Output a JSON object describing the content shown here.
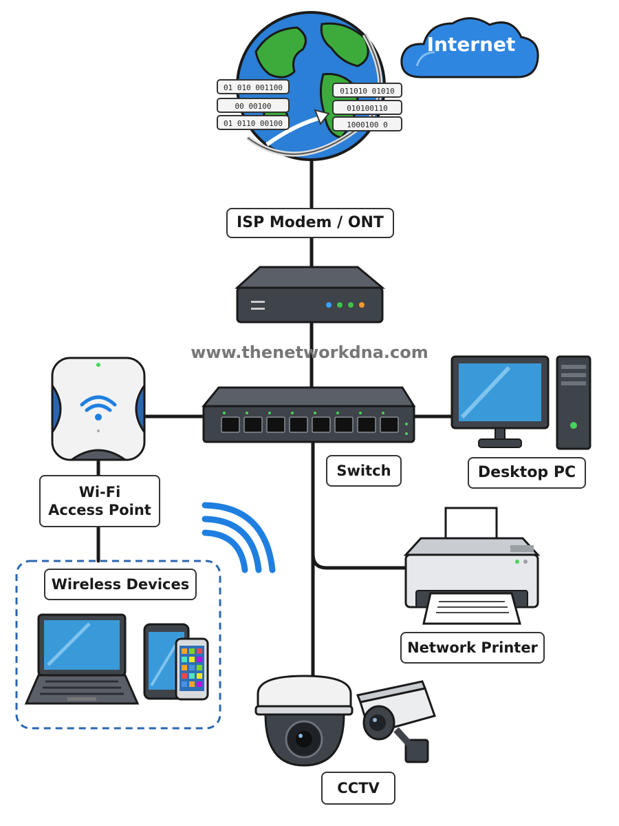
{
  "nodes": {
    "internet": "Internet",
    "isp_modem": "ISP Modem / ONT",
    "switch": "Switch",
    "desktop": "Desktop PC",
    "access_point_line1": "Wi-Fi",
    "access_point_line2": "Access Point",
    "wireless_group": "Wireless Devices",
    "printer": "Network Printer",
    "cctv": "CCTV"
  },
  "watermark": "www.thenetworkdna.com",
  "binary_strips": [
    "01 010 001100",
    "00 00100",
    "01 0110 00100",
    "011010 01010",
    "010100110",
    "1000100 0"
  ],
  "icons": [
    "globe-icon",
    "cloud-icon",
    "modem-icon",
    "switch-icon",
    "access-point-icon",
    "desktop-pc-icon",
    "printer-icon",
    "laptop-icon",
    "smartphone-icon",
    "tablet-icon",
    "dome-camera-icon",
    "bullet-camera-icon",
    "wifi-signal-icon"
  ],
  "colors": {
    "line": "#1a1a1a",
    "globe_ocean": "#2b7fd6",
    "globe_land": "#3cab3c",
    "cloud": "#2f86e0",
    "device_dark": "#4a4f57",
    "screen_blue": "#3a9ad9",
    "wifi_blue": "#1f7fe0",
    "group_border": "#2a66b0"
  }
}
